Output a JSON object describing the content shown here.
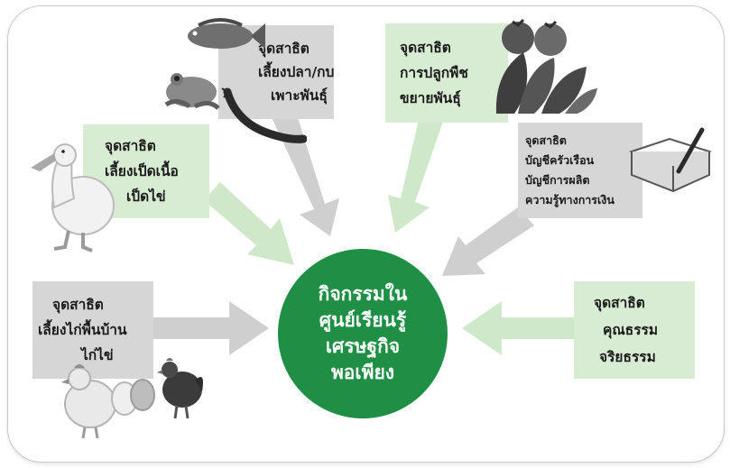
{
  "center": {
    "lines": [
      "กิจกรรมใน",
      "ศูนย์เรียนรู้",
      "เศรษฐกิจ",
      "พอเพียง"
    ]
  },
  "stations": {
    "fish_frog": {
      "lines": [
        "จุดสาธิต",
        "เลี้ยงปลา/กบ",
        "เพาะพันธุ์"
      ],
      "color": "gray"
    },
    "plants": {
      "lines": [
        "จุดสาธิต",
        "การปลูกพืช",
        "ขยายพันธุ์"
      ],
      "color": "green"
    },
    "duck": {
      "lines": [
        "จุดสาธิต",
        "เลี้ยงเป็ดเนื้อ",
        "เป็ดไข่"
      ],
      "color": "green"
    },
    "accounting": {
      "lines": [
        "จุดสาธิต",
        "บัญชีครัวเรือน",
        "บัญชีการผลิต",
        "ความรู้ทางการเงิน"
      ],
      "color": "gray"
    },
    "chicken": {
      "lines": [
        "จุดสาธิต",
        "เลี้ยงไก่พื้นบ้าน",
        "ไก่ไข่"
      ],
      "color": "gray"
    },
    "ethics": {
      "lines": [
        "จุดสาธิต",
        "คุณธรรม",
        "จริยธรรม"
      ],
      "color": "green"
    }
  },
  "colors": {
    "green_box": "#d7ecd3",
    "gray_box": "#d6d6d6",
    "center": "#1f8f45",
    "green_arrow": "#cfe8c9",
    "gray_arrow": "#cfcfcf"
  },
  "illustrations": [
    "fish-icon",
    "frog-icon",
    "catfish-icon",
    "tomato-icon",
    "leafy-vegetables-icon",
    "duck-icon",
    "notebook-pen-icon",
    "hen-icon",
    "eggs-icon",
    "rooster-icon"
  ]
}
